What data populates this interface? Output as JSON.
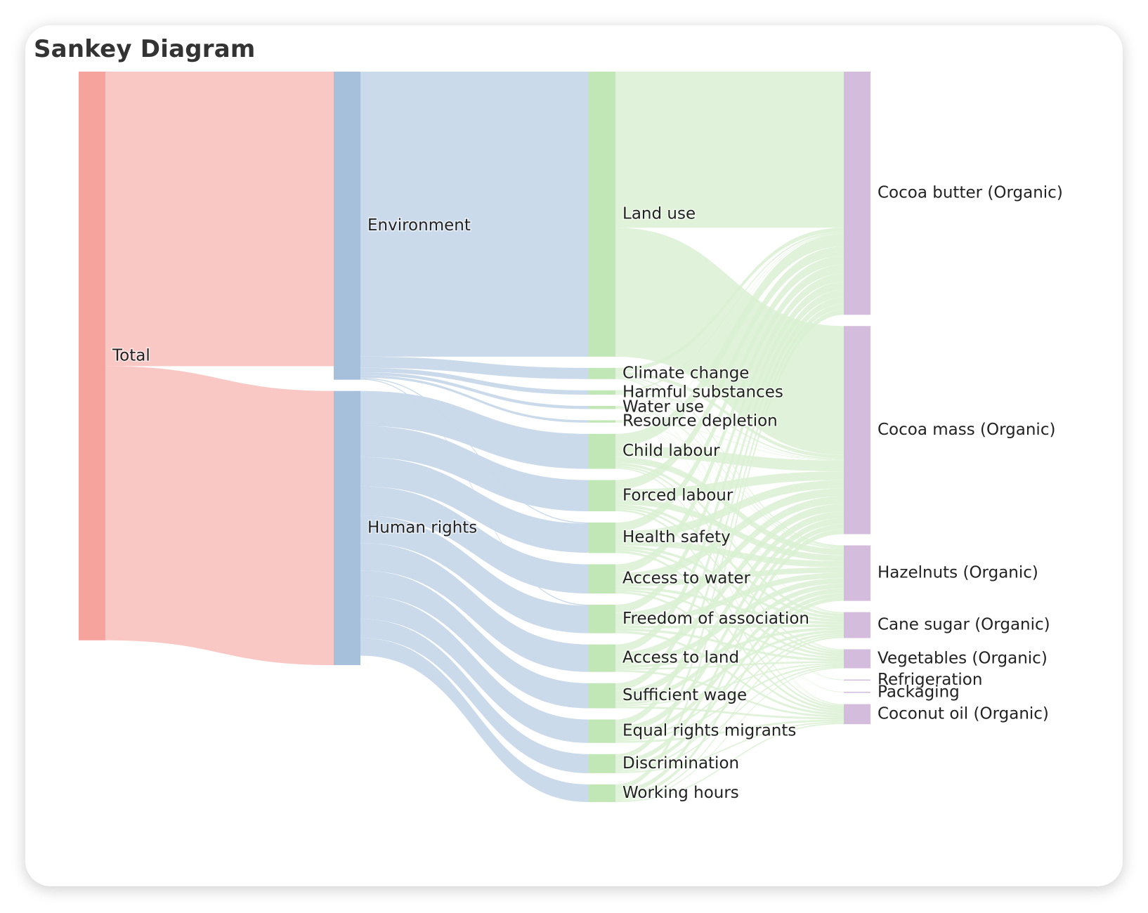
{
  "title": "Sankey Diagram",
  "colors": {
    "total": "#f6a29d",
    "total_link": "#f9c5c2",
    "category": "#a6c0dc",
    "category_link": "#c7d8ea",
    "impact": "#c2e7b6",
    "impact_link": "#d9f0d2",
    "product": "#d4bcdc"
  },
  "chart_data": {
    "type": "sankey",
    "title": "Sankey Diagram",
    "nodes": [
      {
        "name": "Total",
        "column": 0
      },
      {
        "name": "Environment",
        "column": 1
      },
      {
        "name": "Human rights",
        "column": 1
      },
      {
        "name": "Land use",
        "column": 2
      },
      {
        "name": "Climate change",
        "column": 2
      },
      {
        "name": "Harmful substances",
        "column": 2
      },
      {
        "name": "Water use",
        "column": 2
      },
      {
        "name": "Resource depletion",
        "column": 2
      },
      {
        "name": "Child labour",
        "column": 2
      },
      {
        "name": "Forced labour",
        "column": 2
      },
      {
        "name": "Health safety",
        "column": 2
      },
      {
        "name": "Access to water",
        "column": 2
      },
      {
        "name": "Freedom of association",
        "column": 2
      },
      {
        "name": "Access to land",
        "column": 2
      },
      {
        "name": "Sufficient wage",
        "column": 2
      },
      {
        "name": "Equal rights migrants",
        "column": 2
      },
      {
        "name": "Discrimination",
        "column": 2
      },
      {
        "name": "Working hours",
        "column": 2
      },
      {
        "name": "Cocoa butter (Organic)",
        "column": 3
      },
      {
        "name": "Cocoa mass (Organic)",
        "column": 3
      },
      {
        "name": "Hazelnuts (Organic)",
        "column": 3
      },
      {
        "name": "Cane sugar (Organic)",
        "column": 3
      },
      {
        "name": "Vegetables (Organic)",
        "column": 3
      },
      {
        "name": "Refrigeration",
        "column": 3
      },
      {
        "name": "Packaging",
        "column": 3
      },
      {
        "name": "Coconut oil (Organic)",
        "column": 3
      }
    ],
    "links": [
      {
        "source": "Total",
        "target": "Environment",
        "value": 0.434
      },
      {
        "source": "Total",
        "target": "Human rights",
        "value": 0.404
      },
      {
        "source": "Environment",
        "target": "Land use",
        "value": 0.42
      },
      {
        "source": "Environment",
        "target": "Climate change",
        "value": 0.0165
      },
      {
        "source": "Environment",
        "target": "Harmful substances",
        "value": 0.0065
      },
      {
        "source": "Environment",
        "target": "Water use",
        "value": 0.0045
      },
      {
        "source": "Environment",
        "target": "Resource depletion",
        "value": 0.0035
      },
      {
        "source": "Environment",
        "target": "Health safety",
        "value": 0.0015
      },
      {
        "source": "Environment",
        "target": "Freedom of association",
        "value": 0.0015
      },
      {
        "source": "Human rights",
        "target": "Child labour",
        "value": 0.0515
      },
      {
        "source": "Human rights",
        "target": "Forced labour",
        "value": 0.046
      },
      {
        "source": "Human rights",
        "target": "Health safety",
        "value": 0.043
      },
      {
        "source": "Human rights",
        "target": "Access to water",
        "value": 0.043
      },
      {
        "source": "Human rights",
        "target": "Freedom of association",
        "value": 0.0405
      },
      {
        "source": "Human rights",
        "target": "Access to land",
        "value": 0.0405
      },
      {
        "source": "Human rights",
        "target": "Sufficient wage",
        "value": 0.037
      },
      {
        "source": "Human rights",
        "target": "Equal rights migrants",
        "value": 0.0345
      },
      {
        "source": "Human rights",
        "target": "Discrimination",
        "value": 0.028
      },
      {
        "source": "Human rights",
        "target": "Working hours",
        "value": 0.026
      },
      {
        "source": "Land use",
        "target": "Cocoa butter (Organic)",
        "value": 0.23
      },
      {
        "source": "Land use",
        "target": "Cocoa mass (Organic)",
        "value": 0.19
      },
      {
        "source": "Climate change",
        "target": "Cocoa butter (Organic)",
        "value": 0.006
      },
      {
        "source": "Climate change",
        "target": "Cocoa mass (Organic)",
        "value": 0.005
      },
      {
        "source": "Climate change",
        "target": "Hazelnuts (Organic)",
        "value": 0.002
      },
      {
        "source": "Climate change",
        "target": "Cane sugar (Organic)",
        "value": 0.001
      },
      {
        "source": "Climate change",
        "target": "Vegetables (Organic)",
        "value": 0.0007
      },
      {
        "source": "Climate change",
        "target": "Refrigeration",
        "value": 0.0008
      },
      {
        "source": "Climate change",
        "target": "Packaging",
        "value": 0.0006
      },
      {
        "source": "Climate change",
        "target": "Coconut oil (Organic)",
        "value": 0.0004
      },
      {
        "source": "Harmful substances",
        "target": "Cocoa butter (Organic)",
        "value": 0.0022
      },
      {
        "source": "Harmful substances",
        "target": "Cocoa mass (Organic)",
        "value": 0.0018
      },
      {
        "source": "Harmful substances",
        "target": "Hazelnuts (Organic)",
        "value": 0.0012
      },
      {
        "source": "Harmful substances",
        "target": "Cane sugar (Organic)",
        "value": 0.0004
      },
      {
        "source": "Harmful substances",
        "target": "Vegetables (Organic)",
        "value": 0.0003
      },
      {
        "source": "Harmful substances",
        "target": "Coconut oil (Organic)",
        "value": 0.0006
      },
      {
        "source": "Water use",
        "target": "Cocoa butter (Organic)",
        "value": 0.0008
      },
      {
        "source": "Water use",
        "target": "Cocoa mass (Organic)",
        "value": 0.0007
      },
      {
        "source": "Water use",
        "target": "Hazelnuts (Organic)",
        "value": 0.0015
      },
      {
        "source": "Water use",
        "target": "Cane sugar (Organic)",
        "value": 0.0005
      },
      {
        "source": "Water use",
        "target": "Vegetables (Organic)",
        "value": 0.0006
      },
      {
        "source": "Water use",
        "target": "Coconut oil (Organic)",
        "value": 0.0004
      },
      {
        "source": "Resource depletion",
        "target": "Cocoa butter (Organic)",
        "value": 0.0008
      },
      {
        "source": "Resource depletion",
        "target": "Cocoa mass (Organic)",
        "value": 0.0007
      },
      {
        "source": "Resource depletion",
        "target": "Hazelnuts (Organic)",
        "value": 0.0006
      },
      {
        "source": "Resource depletion",
        "target": "Cane sugar (Organic)",
        "value": 0.0003
      },
      {
        "source": "Resource depletion",
        "target": "Vegetables (Organic)",
        "value": 0.0004
      },
      {
        "source": "Resource depletion",
        "target": "Refrigeration",
        "value": 0.0003
      },
      {
        "source": "Resource depletion",
        "target": "Packaging",
        "value": 0.0002
      },
      {
        "source": "Resource depletion",
        "target": "Coconut oil (Organic)",
        "value": 0.0002
      },
      {
        "source": "Child labour",
        "target": "Cocoa butter (Organic)",
        "value": 0.018
      },
      {
        "source": "Child labour",
        "target": "Cocoa mass (Organic)",
        "value": 0.016
      },
      {
        "source": "Child labour",
        "target": "Hazelnuts (Organic)",
        "value": 0.009
      },
      {
        "source": "Child labour",
        "target": "Cane sugar (Organic)",
        "value": 0.004
      },
      {
        "source": "Child labour",
        "target": "Vegetables (Organic)",
        "value": 0.0025
      },
      {
        "source": "Child labour",
        "target": "Coconut oil (Organic)",
        "value": 0.002
      },
      {
        "source": "Forced labour",
        "target": "Cocoa butter (Organic)",
        "value": 0.014
      },
      {
        "source": "Forced labour",
        "target": "Cocoa mass (Organic)",
        "value": 0.013
      },
      {
        "source": "Forced labour",
        "target": "Hazelnuts (Organic)",
        "value": 0.009
      },
      {
        "source": "Forced labour",
        "target": "Cane sugar (Organic)",
        "value": 0.004
      },
      {
        "source": "Forced labour",
        "target": "Vegetables (Organic)",
        "value": 0.003
      },
      {
        "source": "Forced labour",
        "target": "Coconut oil (Organic)",
        "value": 0.003
      },
      {
        "source": "Health safety",
        "target": "Cocoa butter (Organic)",
        "value": 0.013
      },
      {
        "source": "Health safety",
        "target": "Cocoa mass (Organic)",
        "value": 0.012
      },
      {
        "source": "Health safety",
        "target": "Hazelnuts (Organic)",
        "value": 0.009
      },
      {
        "source": "Health safety",
        "target": "Cane sugar (Organic)",
        "value": 0.004
      },
      {
        "source": "Health safety",
        "target": "Vegetables (Organic)",
        "value": 0.0035
      },
      {
        "source": "Health safety",
        "target": "Coconut oil (Organic)",
        "value": 0.0035
      },
      {
        "source": "Access to water",
        "target": "Cocoa butter (Organic)",
        "value": 0.013
      },
      {
        "source": "Access to water",
        "target": "Cocoa mass (Organic)",
        "value": 0.012
      },
      {
        "source": "Access to water",
        "target": "Hazelnuts (Organic)",
        "value": 0.008
      },
      {
        "source": "Access to water",
        "target": "Cane sugar (Organic)",
        "value": 0.004
      },
      {
        "source": "Access to water",
        "target": "Vegetables (Organic)",
        "value": 0.003
      },
      {
        "source": "Access to water",
        "target": "Coconut oil (Organic)",
        "value": 0.003
      },
      {
        "source": "Freedom of association",
        "target": "Cocoa butter (Organic)",
        "value": 0.012
      },
      {
        "source": "Freedom of association",
        "target": "Cocoa mass (Organic)",
        "value": 0.011
      },
      {
        "source": "Freedom of association",
        "target": "Hazelnuts (Organic)",
        "value": 0.008
      },
      {
        "source": "Freedom of association",
        "target": "Cane sugar (Organic)",
        "value": 0.004
      },
      {
        "source": "Freedom of association",
        "target": "Vegetables (Organic)",
        "value": 0.0035
      },
      {
        "source": "Freedom of association",
        "target": "Coconut oil (Organic)",
        "value": 0.0035
      },
      {
        "source": "Access to land",
        "target": "Cocoa butter (Organic)",
        "value": 0.012
      },
      {
        "source": "Access to land",
        "target": "Cocoa mass (Organic)",
        "value": 0.011
      },
      {
        "source": "Access to land",
        "target": "Hazelnuts (Organic)",
        "value": 0.008
      },
      {
        "source": "Access to land",
        "target": "Cane sugar (Organic)",
        "value": 0.004
      },
      {
        "source": "Access to land",
        "target": "Vegetables (Organic)",
        "value": 0.0025
      },
      {
        "source": "Access to land",
        "target": "Coconut oil (Organic)",
        "value": 0.003
      },
      {
        "source": "Sufficient wage",
        "target": "Cocoa butter (Organic)",
        "value": 0.011
      },
      {
        "source": "Sufficient wage",
        "target": "Cocoa mass (Organic)",
        "value": 0.01
      },
      {
        "source": "Sufficient wage",
        "target": "Hazelnuts (Organic)",
        "value": 0.007
      },
      {
        "source": "Sufficient wage",
        "target": "Cane sugar (Organic)",
        "value": 0.004
      },
      {
        "source": "Sufficient wage",
        "target": "Vegetables (Organic)",
        "value": 0.002
      },
      {
        "source": "Sufficient wage",
        "target": "Coconut oil (Organic)",
        "value": 0.003
      },
      {
        "source": "Equal rights migrants",
        "target": "Cocoa butter (Organic)",
        "value": 0.01
      },
      {
        "source": "Equal rights migrants",
        "target": "Cocoa mass (Organic)",
        "value": 0.009
      },
      {
        "source": "Equal rights migrants",
        "target": "Hazelnuts (Organic)",
        "value": 0.007
      },
      {
        "source": "Equal rights migrants",
        "target": "Cane sugar (Organic)",
        "value": 0.003
      },
      {
        "source": "Equal rights migrants",
        "target": "Vegetables (Organic)",
        "value": 0.0025
      },
      {
        "source": "Equal rights migrants",
        "target": "Coconut oil (Organic)",
        "value": 0.003
      },
      {
        "source": "Discrimination",
        "target": "Cocoa butter (Organic)",
        "value": 0.008
      },
      {
        "source": "Discrimination",
        "target": "Cocoa mass (Organic)",
        "value": 0.0075
      },
      {
        "source": "Discrimination",
        "target": "Hazelnuts (Organic)",
        "value": 0.006
      },
      {
        "source": "Discrimination",
        "target": "Cane sugar (Organic)",
        "value": 0.0025
      },
      {
        "source": "Discrimination",
        "target": "Vegetables (Organic)",
        "value": 0.002
      },
      {
        "source": "Discrimination",
        "target": "Coconut oil (Organic)",
        "value": 0.002
      },
      {
        "source": "Working hours",
        "target": "Cocoa butter (Organic)",
        "value": 0.0075
      },
      {
        "source": "Working hours",
        "target": "Cocoa mass (Organic)",
        "value": 0.007
      },
      {
        "source": "Working hours",
        "target": "Hazelnuts (Organic)",
        "value": 0.0055
      },
      {
        "source": "Working hours",
        "target": "Cane sugar (Organic)",
        "value": 0.0025
      },
      {
        "source": "Working hours",
        "target": "Vegetables (Organic)",
        "value": 0.0015
      },
      {
        "source": "Working hours",
        "target": "Coconut oil (Organic)",
        "value": 0.002
      }
    ]
  }
}
